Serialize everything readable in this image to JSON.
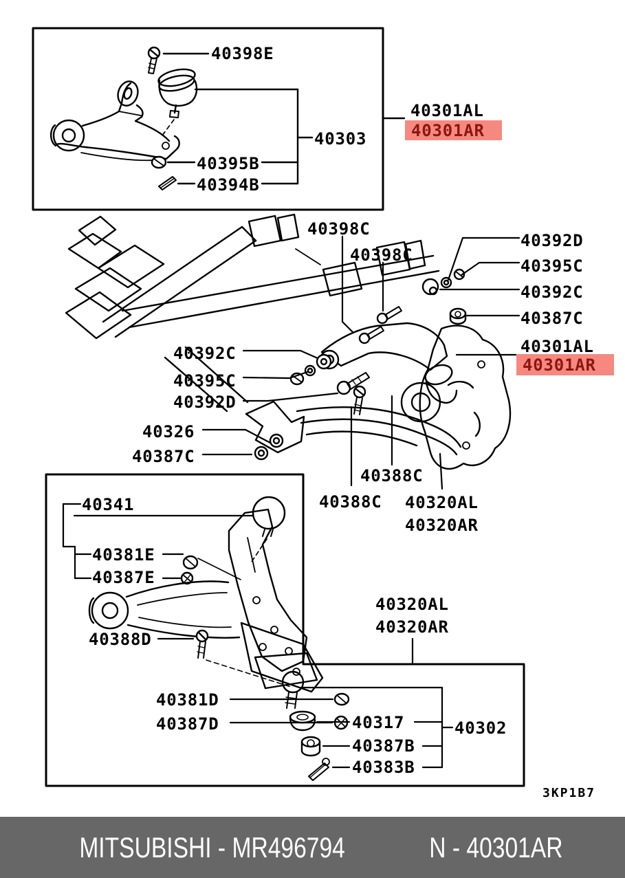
{
  "document": {
    "type": "parts-catalog-diagram",
    "plate_code": "3KP1B7",
    "footer": {
      "left": "MITSUBISHI - MR496794",
      "right": "N - 40301AR"
    },
    "highlighted_part": "40301AR"
  },
  "colors": {
    "highlight_bg": "#f6897f",
    "highlight_text": "#8c1612",
    "footer_bg": "#676767",
    "footer_text": "#fdfdfd",
    "line": "#000000"
  },
  "labels": {
    "top_40398e": {
      "text": "40398E"
    },
    "top_40303": {
      "text": "40303"
    },
    "top_40395b": {
      "text": "40395B"
    },
    "top_40394b": {
      "text": "40394B"
    },
    "top_40301al": {
      "text": "40301AL"
    },
    "top_40301ar": {
      "text": "40301AR",
      "highlighted": true
    },
    "mid_40398c_a": {
      "text": "40398C"
    },
    "mid_40398c_b": {
      "text": "40398C"
    },
    "mid_40392d_r": {
      "text": "40392D"
    },
    "mid_40395c_r": {
      "text": "40395C"
    },
    "mid_40392c_r": {
      "text": "40392C"
    },
    "mid_40387c_r": {
      "text": "40387C"
    },
    "mid_40301al_r": {
      "text": "40301AL"
    },
    "mid_40301ar_r": {
      "text": "40301AR",
      "highlighted": true
    },
    "mid_40392c_l": {
      "text": "40392C"
    },
    "mid_40395c_l": {
      "text": "40395C"
    },
    "mid_40392d_l": {
      "text": "40392D"
    },
    "mid_40326": {
      "text": "40326"
    },
    "mid_40387c_l": {
      "text": "40387C"
    },
    "mid_40388c_a": {
      "text": "40388C"
    },
    "mid_40388c_b": {
      "text": "40388C"
    },
    "mid_40320al": {
      "text": "40320AL"
    },
    "mid_40320ar": {
      "text": "40320AR"
    },
    "bot_40341": {
      "text": "40341"
    },
    "bot_40381e": {
      "text": "40381E"
    },
    "bot_40387e": {
      "text": "40387E"
    },
    "bot_40388d": {
      "text": "40388D"
    },
    "bot_40320al": {
      "text": "40320AL"
    },
    "bot_40320ar": {
      "text": "40320AR"
    },
    "bot_40381d": {
      "text": "40381D"
    },
    "bot_40387d": {
      "text": "40387D"
    },
    "bot_40317": {
      "text": "40317"
    },
    "bot_40387b": {
      "text": "40387B"
    },
    "bot_40383b": {
      "text": "40383B"
    },
    "bot_40302": {
      "text": "40302"
    }
  }
}
